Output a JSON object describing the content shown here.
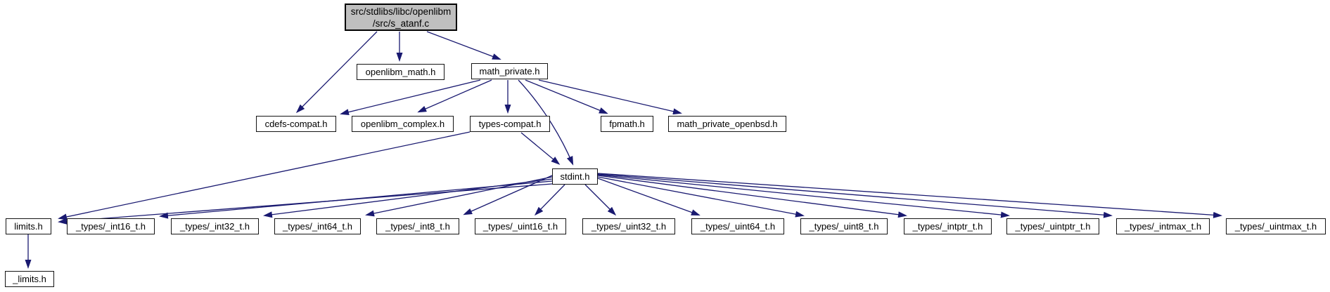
{
  "diagram": {
    "root": {
      "line1": "src/stdlibs/libc/openlibm",
      "line2": "/src/s_atanf.c"
    },
    "nodes": {
      "openlibm_math": "openlibm_math.h",
      "math_private": "math_private.h",
      "cdefs_compat": "cdefs-compat.h",
      "openlibm_complex": "openlibm_complex.h",
      "types_compat": "types-compat.h",
      "fpmath": "fpmath.h",
      "math_private_openbsd": "math_private_openbsd.h",
      "stdint": "stdint.h",
      "limits": "limits.h",
      "int16": "_types/_int16_t.h",
      "int32": "_types/_int32_t.h",
      "int64": "_types/_int64_t.h",
      "int8": "_types/_int8_t.h",
      "uint16": "_types/_uint16_t.h",
      "uint32": "_types/_uint32_t.h",
      "uint64": "_types/_uint64_t.h",
      "uint8": "_types/_uint8_t.h",
      "intptr": "_types/_intptr_t.h",
      "uintptr": "_types/_uintptr_t.h",
      "intmax": "_types/_intmax_t.h",
      "uintmax": "_types/_uintmax_t.h",
      "_limits": "_limits.h"
    },
    "edges": [
      {
        "from": "src/stdlibs/libc/openlibm/src/s_atanf.c",
        "to": "openlibm_math.h"
      },
      {
        "from": "src/stdlibs/libc/openlibm/src/s_atanf.c",
        "to": "math_private.h"
      },
      {
        "from": "src/stdlibs/libc/openlibm/src/s_atanf.c",
        "to": "cdefs-compat.h"
      },
      {
        "from": "math_private.h",
        "to": "cdefs-compat.h"
      },
      {
        "from": "math_private.h",
        "to": "openlibm_complex.h"
      },
      {
        "from": "math_private.h",
        "to": "types-compat.h"
      },
      {
        "from": "math_private.h",
        "to": "fpmath.h"
      },
      {
        "from": "math_private.h",
        "to": "math_private_openbsd.h"
      },
      {
        "from": "math_private.h",
        "to": "stdint.h"
      },
      {
        "from": "types-compat.h",
        "to": "stdint.h"
      },
      {
        "from": "types-compat.h",
        "to": "limits.h"
      },
      {
        "from": "stdint.h",
        "to": "limits.h"
      },
      {
        "from": "stdint.h",
        "to": "_types/_int16_t.h"
      },
      {
        "from": "stdint.h",
        "to": "_types/_int32_t.h"
      },
      {
        "from": "stdint.h",
        "to": "_types/_int64_t.h"
      },
      {
        "from": "stdint.h",
        "to": "_types/_int8_t.h"
      },
      {
        "from": "stdint.h",
        "to": "_types/_uint16_t.h"
      },
      {
        "from": "stdint.h",
        "to": "_types/_uint32_t.h"
      },
      {
        "from": "stdint.h",
        "to": "_types/_uint64_t.h"
      },
      {
        "from": "stdint.h",
        "to": "_types/_uint8_t.h"
      },
      {
        "from": "stdint.h",
        "to": "_types/_intptr_t.h"
      },
      {
        "from": "stdint.h",
        "to": "_types/_uintptr_t.h"
      },
      {
        "from": "stdint.h",
        "to": "_types/_intmax_t.h"
      },
      {
        "from": "stdint.h",
        "to": "_types/_uintmax_t.h"
      },
      {
        "from": "limits.h",
        "to": "_limits.h"
      }
    ],
    "colors": {
      "edge": "#191970",
      "root_fill": "#bfbfbf",
      "node_fill": "#ffffff",
      "border": "#141414",
      "text": "#000000"
    }
  }
}
